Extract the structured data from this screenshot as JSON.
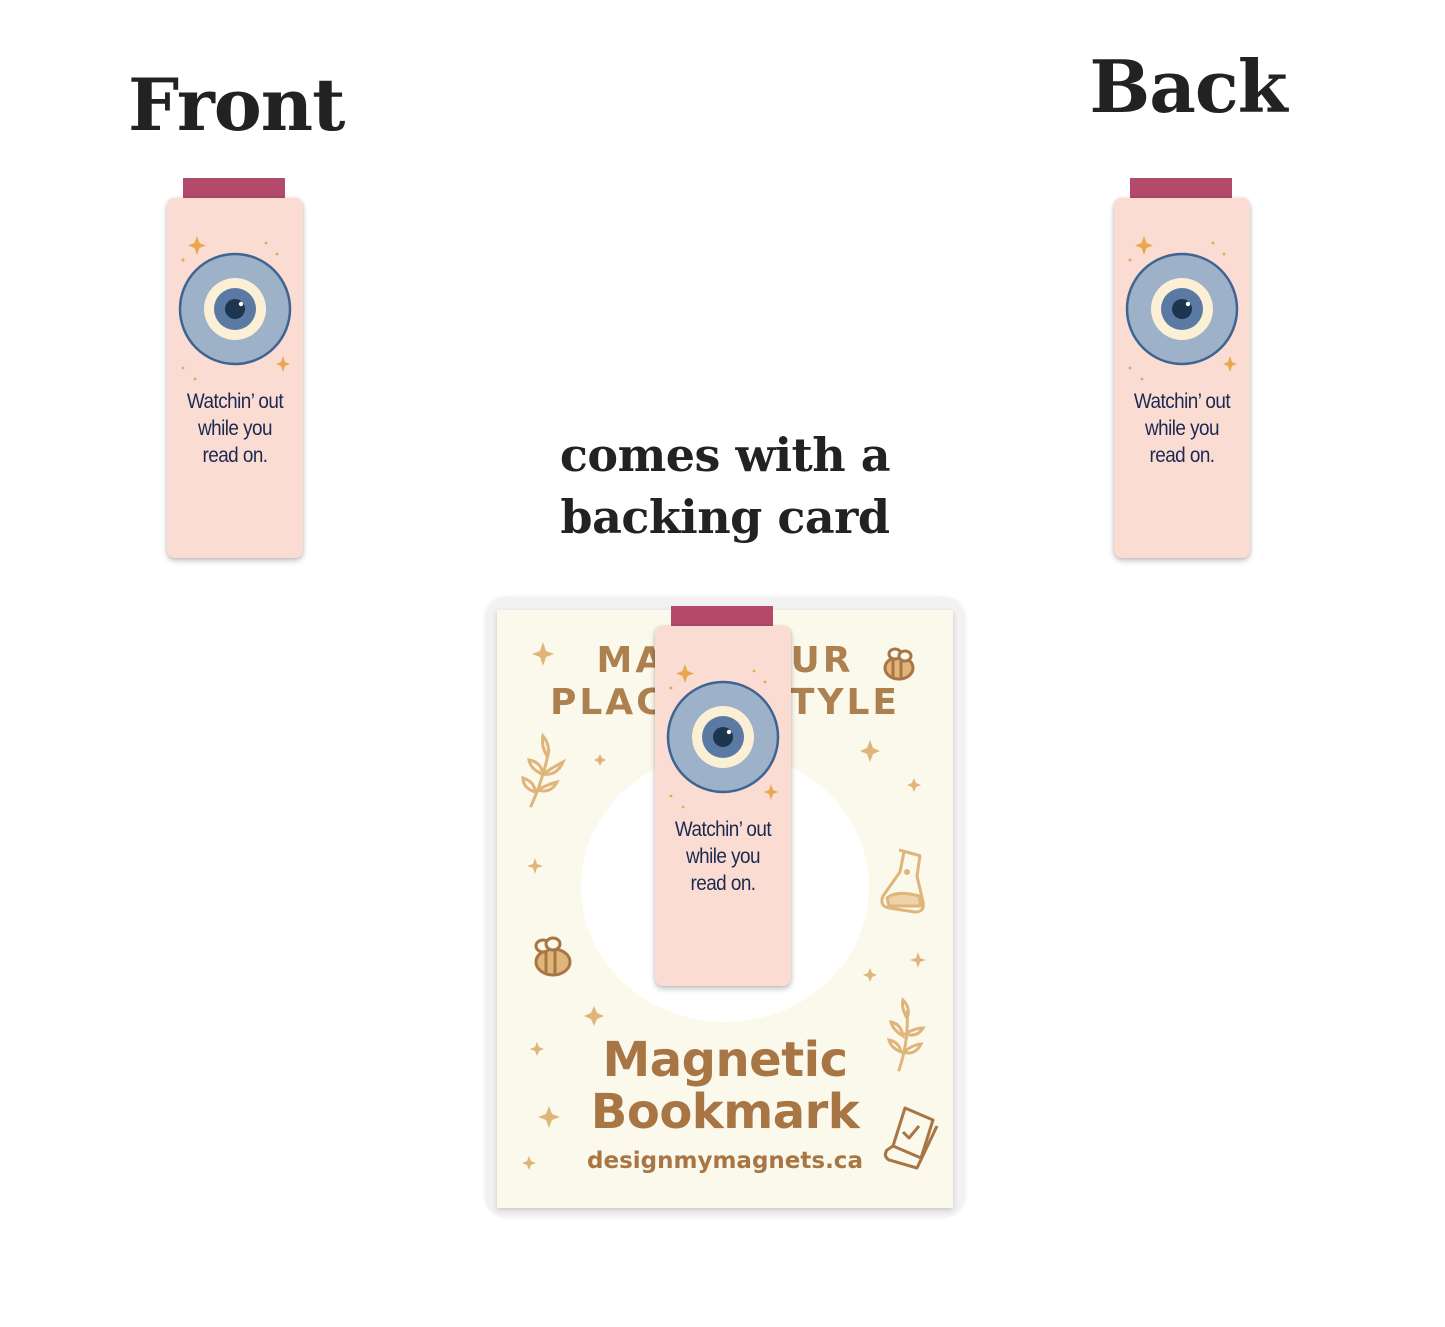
{
  "headings": {
    "front": "Front",
    "back": "Back",
    "backing_card": [
      "comes with a",
      "backing card"
    ]
  },
  "bookmark": {
    "text_lines": [
      "Watchin’ out",
      "while you",
      "read on."
    ],
    "icon": "evil-eye-icon",
    "decor_icons": [
      "sparkle-icon"
    ],
    "colors": {
      "tab": "#b34a6c",
      "body": "#fbdcd2",
      "eye_outer": "#9db1c8",
      "eye_ring_border": "#3f6492",
      "eye_cream": "#fbf0d6",
      "eye_iris": "#5a7aa3",
      "eye_pupil": "#1e3550",
      "text": "#1c2a52",
      "sparkle": "#e9a84e"
    }
  },
  "backing_card": {
    "top_text_visible": [
      "MA        UR",
      "PLAC        TYLE"
    ],
    "title_lines": [
      "Magnetic",
      "Bookmark"
    ],
    "url": "designmymagnets.ca",
    "decor_icons": [
      "sparkle-icon",
      "bee-icon",
      "leaf-sprig-icon",
      "flask-icon",
      "book-check-icon"
    ],
    "colors": {
      "background": "#fbf8ec",
      "text": "#a87645",
      "decor": "#dfb57a"
    }
  }
}
